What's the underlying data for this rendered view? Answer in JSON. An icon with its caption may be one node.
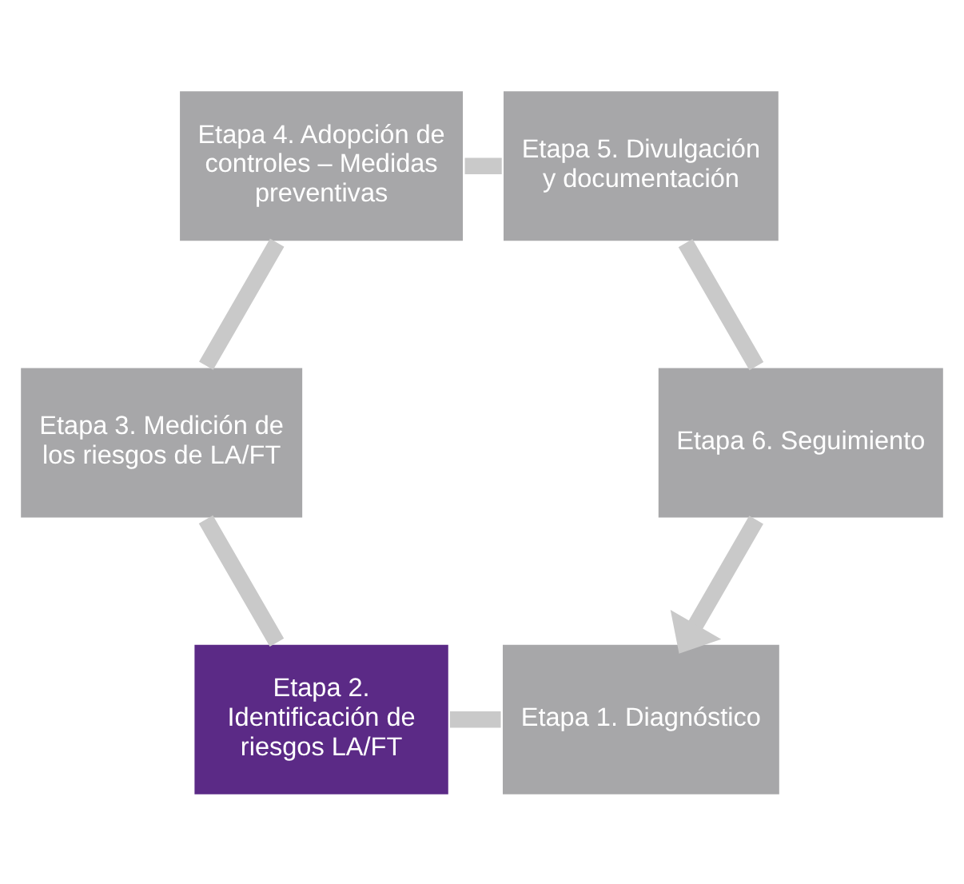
{
  "diagram": {
    "nodes": [
      {
        "text": [
          "Etapa 1. Diagnóstico"
        ]
      },
      {
        "text": [
          "Etapa 2. Identificación de riesgos LA/FT"
        ]
      },
      {
        "text": [
          "Etapa 3. Medición de los riesgos de LA/FT"
        ]
      },
      {
        "text": [
          "Etapa 4. Adopción de controles – Medidas preventivas"
        ]
      },
      {
        "text": [
          "Etapa 5. Divulgación y documentación"
        ]
      },
      {
        "text": [
          "Etapa 6. Seguimiento"
        ]
      }
    ],
    "edges": [
      {
        "from": 0,
        "to": 1,
        "arrow": "none"
      },
      {
        "from": 1,
        "to": 2,
        "arrow": "none"
      },
      {
        "from": 2,
        "to": 3,
        "arrow": "none"
      },
      {
        "from": 3,
        "to": 4,
        "arrow": "none"
      },
      {
        "from": 4,
        "to": 5,
        "arrow": "none"
      },
      {
        "from": 5,
        "to": 0,
        "arrow": "to"
      }
    ]
  }
}
